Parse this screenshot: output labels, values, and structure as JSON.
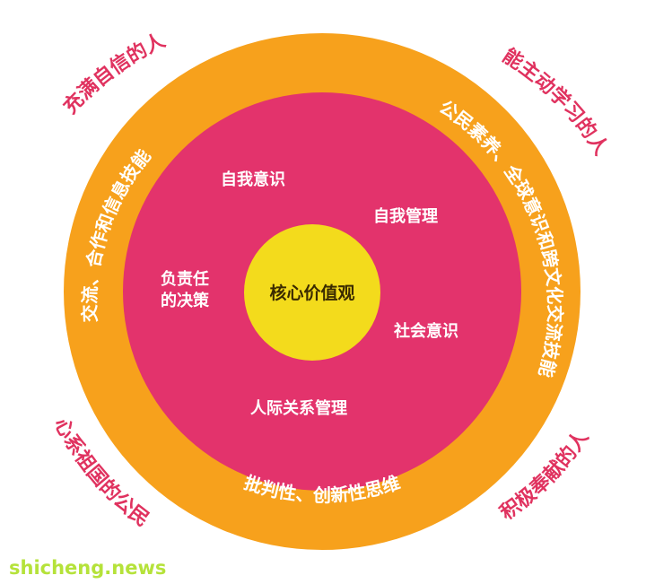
{
  "diagram": {
    "core": "核心价值观",
    "competencies": [
      "自我意识",
      "自我管理",
      "负责任",
      "的决策",
      "社会意识",
      "人际关系管理"
    ],
    "skills": [
      "公民素养、全球意识和跨文化交流技能",
      "交流、合作和信息技能",
      "批判性、创新性思维"
    ],
    "outcomes": [
      "充满自信的人",
      "能主动学习的人",
      "心系祖国的公民",
      "积极奉献的人"
    ],
    "colors": {
      "outer_ring": "#f7a11c",
      "middle_circle": "#e3336c",
      "core": "#f3db1c",
      "outcome_text": "#e0325f",
      "watermark": "#b5e23a"
    }
  },
  "watermark": "shicheng.news"
}
